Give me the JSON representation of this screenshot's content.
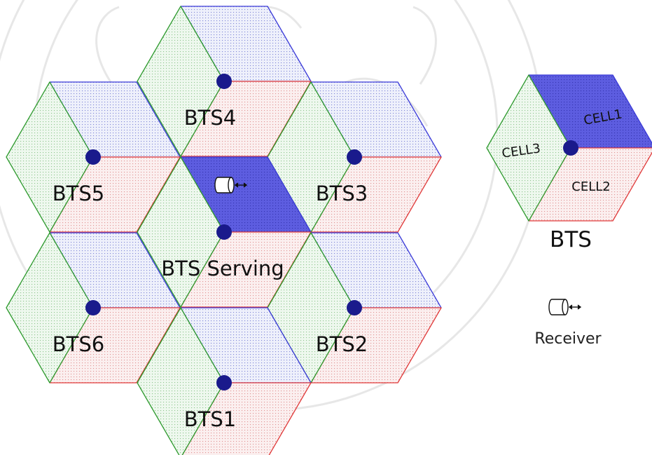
{
  "colors": {
    "cell1": "#3b3bd8",
    "cell2": "#e03a3a",
    "cell3": "#2e9a2e",
    "serving_fill": "#5d5de0",
    "bts_dot": "#1a1a8c",
    "watermark": "#b5b5b5"
  },
  "sites": [
    {
      "id": "bts4",
      "label": "BTS4"
    },
    {
      "id": "bts5",
      "label": "BTS5"
    },
    {
      "id": "bts3",
      "label": "BTS3"
    },
    {
      "id": "serving",
      "label": "BTS Serving"
    },
    {
      "id": "bts6",
      "label": "BTS6"
    },
    {
      "id": "bts2",
      "label": "BTS2"
    },
    {
      "id": "bts1",
      "label": "BTS1"
    }
  ],
  "serving_cell": "cell1",
  "legend": {
    "bts": {
      "title": "BTS",
      "cells": [
        {
          "id": "cell1",
          "label": "CELL1"
        },
        {
          "id": "cell2",
          "label": "CELL2"
        },
        {
          "id": "cell3",
          "label": "CELL3"
        }
      ]
    },
    "receiver": {
      "label": "Receiver",
      "icon": "receiver-icon"
    }
  }
}
